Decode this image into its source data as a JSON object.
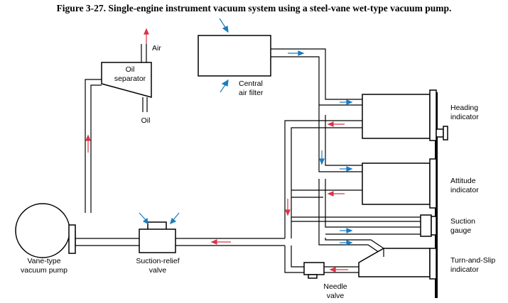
{
  "title": "Figure 3-27. Single-engine instrument vacuum system using a steel-vane wet-type vacuum pump.",
  "labels": {
    "air": "Air",
    "oil_separator": [
      "Oil",
      "separator"
    ],
    "oil": "Oil",
    "central_air_filter": [
      "Central",
      "air filter"
    ],
    "heading_indicator": [
      "Heading",
      "indicator"
    ],
    "attitude_indicator": [
      "Attitude",
      "indicator"
    ],
    "suction_gauge": [
      "Suction",
      "gauge"
    ],
    "turn_and_slip_indicator": [
      "Turn-and-Slip",
      "indicator"
    ],
    "vane_pump": [
      "Vane-type",
      "vacuum pump"
    ],
    "suction_relief_valve": [
      "Suction-relief",
      "valve"
    ],
    "needle_valve": [
      "Needle",
      "valve"
    ]
  },
  "colors": {
    "airflow_in": "#1a7cc1",
    "vacuum_flow": "#d8344a",
    "line": "#000000"
  }
}
